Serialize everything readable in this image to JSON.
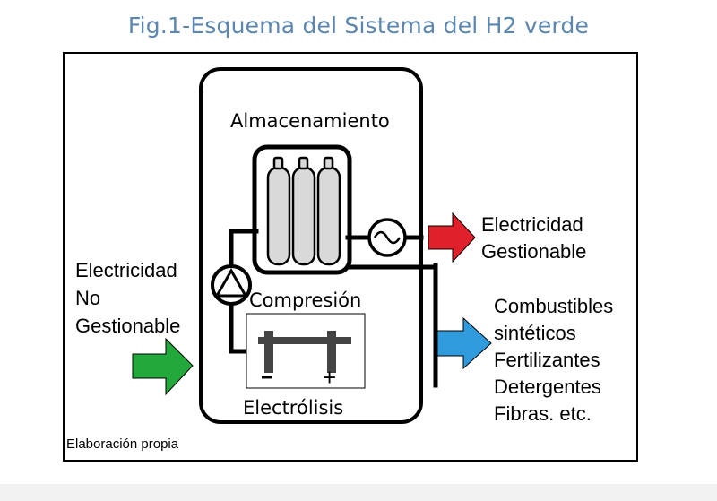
{
  "title": "Fig.1-Esquema del Sistema del H2 verde",
  "labels": {
    "almacenamiento": "Almacenamiento",
    "compresion": "Compresión",
    "electrolisis": "Electrólisis",
    "minus": "−",
    "plus": "+"
  },
  "input": {
    "line1": "Electricidad",
    "line2": "No",
    "line3": "Gestionable"
  },
  "output_electric": {
    "line1": "Electricidad",
    "line2": "Gestionable"
  },
  "products": [
    "Combustibles",
    "sintéticos",
    "Fertilizantes",
    "Detergentes",
    "Fibras. etc."
  ],
  "source": "Elaboración propia",
  "colors": {
    "title": "#5b86b0",
    "arrow_green": "#22a83b",
    "arrow_red": "#e0202a",
    "arrow_blue": "#2f9bdc",
    "cylinder_fill": "#d9d9d9",
    "electrode": "#444444"
  },
  "icons": [
    "cylinder-icon",
    "compressor-icon",
    "generator-icon",
    "electrolyzer-icon"
  ]
}
